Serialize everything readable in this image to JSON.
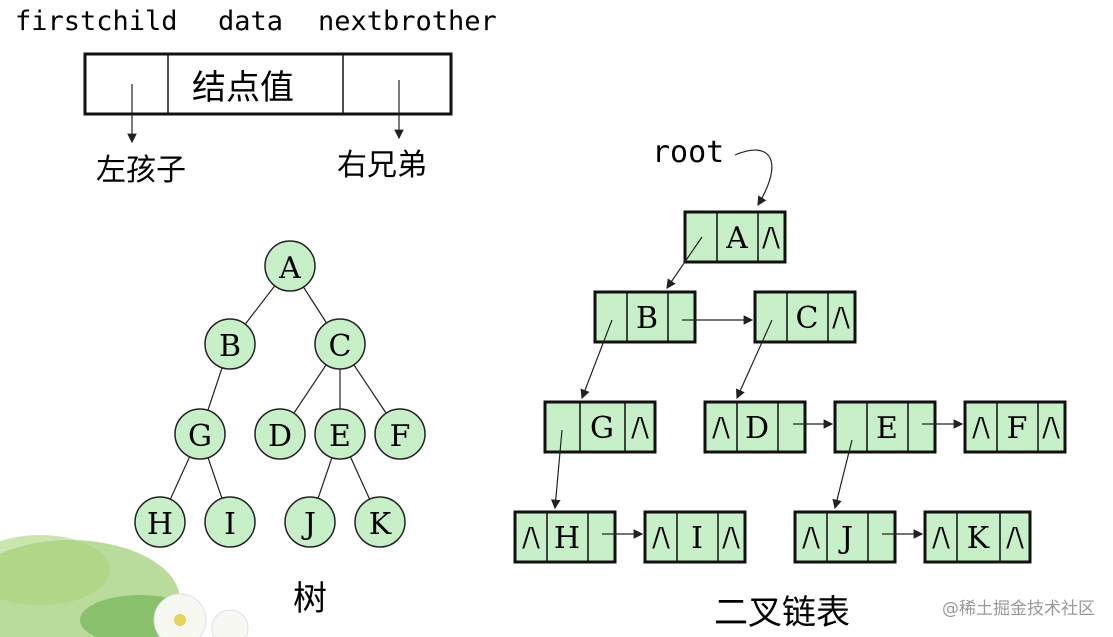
{
  "header": {
    "field_firstchild": "firstchild",
    "field_data": "data",
    "field_nextbrother": "nextbrother"
  },
  "node_layout": {
    "value_label": "结点值",
    "left_label": "左孩子",
    "right_label": "右兄弟"
  },
  "tree": {
    "caption": "树",
    "nodes": [
      "A",
      "B",
      "C",
      "G",
      "D",
      "E",
      "F",
      "H",
      "I",
      "J",
      "K"
    ]
  },
  "binary_list": {
    "root_label": "root",
    "caption": "二叉链表",
    "null_symbol": "/\\"
  },
  "watermark": "@稀土掘金技术社区",
  "colors": {
    "node_fill": "#c8f0c8",
    "stroke": "#111111",
    "background": "#ffffff"
  }
}
